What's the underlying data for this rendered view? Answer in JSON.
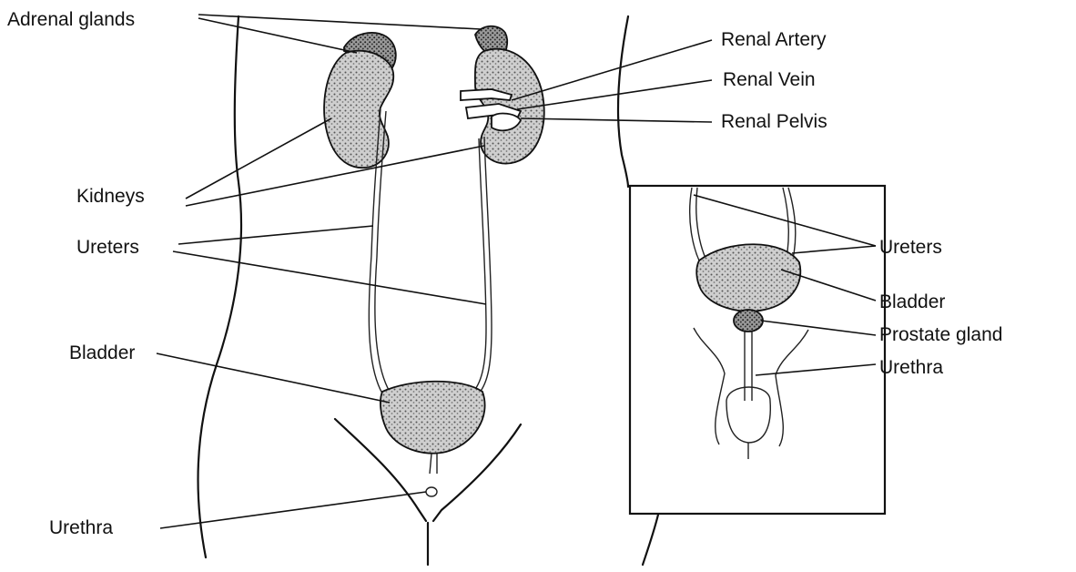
{
  "main_labels": {
    "adrenal_glands": "Adrenal glands",
    "renal_artery": "Renal Artery",
    "renal_vein": "Renal Vein",
    "renal_pelvis": "Renal Pelvis",
    "kidneys": "Kidneys",
    "ureters": "Ureters",
    "bladder": "Bladder",
    "urethra": "Urethra"
  },
  "inset_labels": {
    "ureters": "Ureters",
    "bladder": "Bladder",
    "prostate_gland": "Prostate gland",
    "urethra": "Urethra"
  },
  "colors": {
    "ink": "#111111",
    "organ_shade": "#9a9a9a",
    "background": "#ffffff"
  }
}
